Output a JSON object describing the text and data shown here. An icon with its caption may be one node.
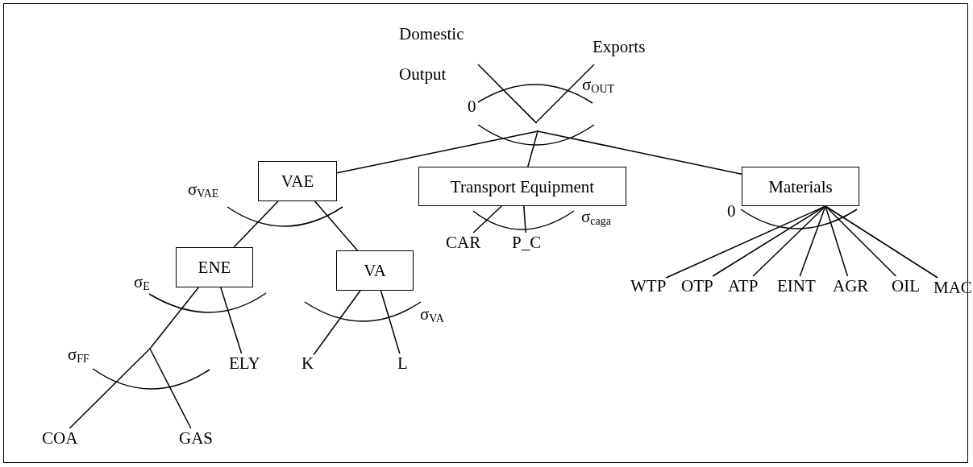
{
  "diagram": {
    "nodes": [
      {
        "text": [
          "Domestic Output"
        ]
      },
      {
        "text": [
          "Exports"
        ]
      },
      {
        "text": [],
        "shape": "point"
      },
      {
        "text": [],
        "shape": "point"
      },
      {
        "text": [
          "VAE"
        ]
      },
      {
        "text": [
          "Transport Equipment"
        ]
      },
      {
        "text": [
          "Materials"
        ]
      },
      {
        "text": [
          "ENE"
        ]
      },
      {
        "text": [
          "VA"
        ]
      },
      {
        "text": [
          "CAR"
        ]
      },
      {
        "text": [
          "P_C"
        ]
      },
      {
        "text": [],
        "shape": "point"
      },
      {
        "text": [
          "ELY"
        ]
      },
      {
        "text": [
          "K"
        ]
      },
      {
        "text": [
          "L"
        ]
      },
      {
        "text": [
          "COA"
        ]
      },
      {
        "text": [
          "GAS"
        ]
      },
      {
        "text": [
          "WTP"
        ]
      },
      {
        "text": [
          "OTP"
        ]
      },
      {
        "text": [
          "ATP"
        ]
      },
      {
        "text": [
          "EINT"
        ]
      },
      {
        "text": [
          "AGR"
        ]
      },
      {
        "text": [
          "OIL"
        ]
      },
      {
        "text": [
          "MAC"
        ]
      }
    ],
    "edges": [
      {
        "from": 2,
        "to": 0,
        "arrow": "none"
      },
      {
        "from": 2,
        "to": 1,
        "arrow": "none"
      },
      {
        "from": 3,
        "to": 4,
        "arrow": "none"
      },
      {
        "from": 3,
        "to": 5,
        "arrow": "none"
      },
      {
        "from": 3,
        "to": 6,
        "arrow": "none"
      },
      {
        "from": 4,
        "to": 7,
        "arrow": "none"
      },
      {
        "from": 4,
        "to": 8,
        "arrow": "none"
      },
      {
        "from": 5,
        "to": 9,
        "arrow": "none"
      },
      {
        "from": 5,
        "to": 10,
        "arrow": "none"
      },
      {
        "from": 6,
        "to": 17,
        "arrow": "none"
      },
      {
        "from": 6,
        "to": 18,
        "arrow": "none"
      },
      {
        "from": 6,
        "to": 19,
        "arrow": "none"
      },
      {
        "from": 6,
        "to": 20,
        "arrow": "none"
      },
      {
        "from": 6,
        "to": 21,
        "arrow": "none"
      },
      {
        "from": 6,
        "to": 22,
        "arrow": "none"
      },
      {
        "from": 6,
        "to": 23,
        "arrow": "none"
      },
      {
        "from": 7,
        "to": 11,
        "arrow": "none"
      },
      {
        "from": 7,
        "to": 12,
        "arrow": "none"
      },
      {
        "from": 8,
        "to": 13,
        "arrow": "none"
      },
      {
        "from": 8,
        "to": 14,
        "arrow": "none"
      },
      {
        "from": 11,
        "to": 15,
        "arrow": "none"
      },
      {
        "from": 11,
        "to": 16,
        "arrow": "none"
      }
    ],
    "labels": [
      "σ$_{OUT}$",
      "0",
      "σ$_{VAE}$",
      "0",
      "σ$_{caga}$",
      "σ$_{E}$",
      "σ$_{VA}$",
      "σ$_{FF}$"
    ]
  }
}
